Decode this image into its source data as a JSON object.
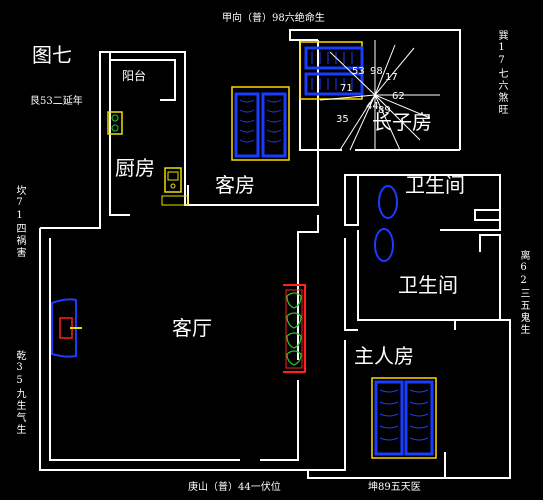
{
  "header": {
    "top": "甲向（普）98六绝命生",
    "bottom": "庚山（普）44一伏位",
    "bottom_right": "坤89五天医",
    "figure": "图七",
    "left_top": "艮53二延年"
  },
  "side_labels": {
    "left_upper": "坎71四祸害",
    "left_lower": "乾35九生气生",
    "right_upper": "巽17七六煞旺",
    "right_lower": "离62三五鬼生"
  },
  "rooms": {
    "balcony": "阳台",
    "kitchen": "厨房",
    "guest_room": "客房",
    "child_room": "长子房",
    "bath1": "卫生间",
    "bath2": "卫生间",
    "living": "客厅",
    "master": "主人房"
  },
  "compass_numbers": [
    "53",
    "98",
    "17",
    "71",
    "44",
    "89",
    "62",
    "35"
  ],
  "colors": {
    "wall": "#ffffff",
    "bed_blue": "#1a3cff",
    "furniture": "#ffd700",
    "sofa_red": "#ff2020",
    "plant_green": "#22cc22",
    "sink_yellow": "#e8e000"
  }
}
